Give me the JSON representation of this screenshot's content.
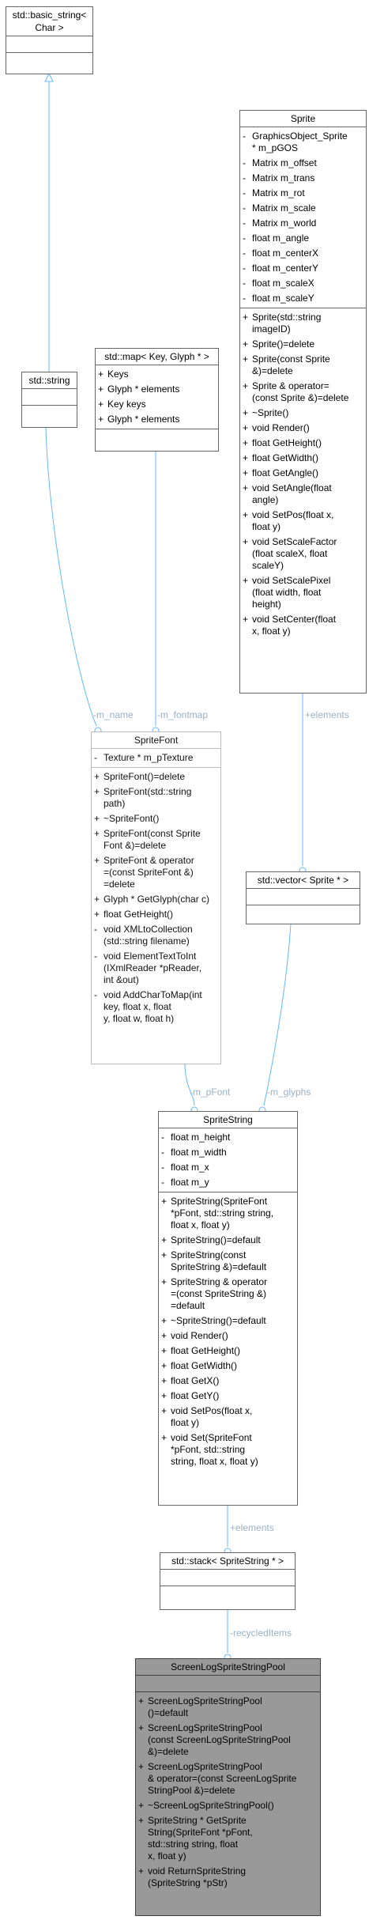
{
  "classes": {
    "basic_string": {
      "title": "std::basic_string<\nChar >",
      "attributes": [],
      "methods": []
    },
    "string": {
      "title": "std::string",
      "attributes": [],
      "methods": []
    },
    "map": {
      "title": "std::map< Key, Glyph * >",
      "attributes": [
        {
          "vis": "+",
          "text": "Keys"
        },
        {
          "vis": "+",
          "text": "Glyph * elements"
        },
        {
          "vis": "+",
          "text": "Key keys"
        },
        {
          "vis": "+",
          "text": "Glyph * elements"
        }
      ],
      "methods": []
    },
    "sprite": {
      "title": "Sprite",
      "attributes": [
        {
          "vis": "-",
          "text": "GraphicsObject_Sprite\n* m_pGOS"
        },
        {
          "vis": "-",
          "text": "Matrix m_offset"
        },
        {
          "vis": "-",
          "text": "Matrix m_trans"
        },
        {
          "vis": "-",
          "text": "Matrix m_rot"
        },
        {
          "vis": "-",
          "text": "Matrix m_scale"
        },
        {
          "vis": "-",
          "text": "Matrix m_world"
        },
        {
          "vis": "-",
          "text": "float m_angle"
        },
        {
          "vis": "-",
          "text": "float m_centerX"
        },
        {
          "vis": "-",
          "text": "float m_centerY"
        },
        {
          "vis": "-",
          "text": "float m_scaleX"
        },
        {
          "vis": "-",
          "text": "float m_scaleY"
        }
      ],
      "methods": [
        {
          "vis": "+",
          "text": "Sprite(std::string\nimageID)"
        },
        {
          "vis": "+",
          "text": "Sprite()=delete"
        },
        {
          "vis": "+",
          "text": "Sprite(const Sprite\n&)=delete"
        },
        {
          "vis": "+",
          "text": "Sprite & operator=\n(const Sprite &)=delete"
        },
        {
          "vis": "+",
          "text": "~Sprite()"
        },
        {
          "vis": "+",
          "text": "void Render()"
        },
        {
          "vis": "+",
          "text": "float GetHeight()"
        },
        {
          "vis": "+",
          "text": "float GetWidth()"
        },
        {
          "vis": "+",
          "text": "float GetAngle()"
        },
        {
          "vis": "+",
          "text": "void SetAngle(float\nangle)"
        },
        {
          "vis": "+",
          "text": "void SetPos(float x,\nfloat y)"
        },
        {
          "vis": "+",
          "text": "void SetScaleFactor\n(float scaleX, float\nscaleY)"
        },
        {
          "vis": "+",
          "text": "void SetScalePixel\n(float width, float\nheight)"
        },
        {
          "vis": "+",
          "text": "void SetCenter(float\nx, float y)"
        }
      ]
    },
    "spritefont": {
      "title": "SpriteFont",
      "attributes": [
        {
          "vis": "-",
          "text": "Texture * m_pTexture"
        }
      ],
      "methods": [
        {
          "vis": "+",
          "text": "SpriteFont()=delete"
        },
        {
          "vis": "+",
          "text": "SpriteFont(std::string\npath)"
        },
        {
          "vis": "+",
          "text": "~SpriteFont()"
        },
        {
          "vis": "+",
          "text": "SpriteFont(const Sprite\nFont &)=delete"
        },
        {
          "vis": "+",
          "text": "SpriteFont & operator\n=(const SpriteFont &)\n=delete"
        },
        {
          "vis": "+",
          "text": "Glyph * GetGlyph(char c)"
        },
        {
          "vis": "+",
          "text": "float GetHeight()"
        },
        {
          "vis": "-",
          "text": "void XMLtoCollection\n(std::string filename)"
        },
        {
          "vis": "-",
          "text": "void ElementTextToInt\n(IXmlReader *pReader,\nint &out)"
        },
        {
          "vis": "-",
          "text": "void AddCharToMap(int\nkey, float x, float\ny, float w, float h)"
        }
      ]
    },
    "vector": {
      "title": "std::vector< Sprite * >",
      "attributes": [],
      "methods": []
    },
    "spritestring": {
      "title": "SpriteString",
      "attributes": [
        {
          "vis": "-",
          "text": "float m_height"
        },
        {
          "vis": "-",
          "text": "float m_width"
        },
        {
          "vis": "-",
          "text": "float m_x"
        },
        {
          "vis": "-",
          "text": "float m_y"
        }
      ],
      "methods": [
        {
          "vis": "+",
          "text": "SpriteString(SpriteFont\n*pFont, std::string string,\nfloat x, float y)"
        },
        {
          "vis": "+",
          "text": "SpriteString()=default"
        },
        {
          "vis": "+",
          "text": "SpriteString(const\nSpriteString &)=default"
        },
        {
          "vis": "+",
          "text": "SpriteString & operator\n=(const SpriteString &)\n=default"
        },
        {
          "vis": "+",
          "text": "~SpriteString()=default"
        },
        {
          "vis": "+",
          "text": "void Render()"
        },
        {
          "vis": "+",
          "text": "float GetHeight()"
        },
        {
          "vis": "+",
          "text": "float GetWidth()"
        },
        {
          "vis": "+",
          "text": "float GetX()"
        },
        {
          "vis": "+",
          "text": "float GetY()"
        },
        {
          "vis": "+",
          "text": "void SetPos(float x,\nfloat y)"
        },
        {
          "vis": "+",
          "text": "void Set(SpriteFont\n*pFont, std::string\nstring, float x, float y)"
        }
      ]
    },
    "stack": {
      "title": "std::stack< SpriteString * >",
      "attributes": [],
      "methods": []
    },
    "pool": {
      "title": "ScreenLogSpriteStringPool",
      "attributes": [],
      "methods": [
        {
          "vis": "+",
          "text": "ScreenLogSpriteStringPool\n()=default"
        },
        {
          "vis": "+",
          "text": "ScreenLogSpriteStringPool\n(const ScreenLogSpriteStringPool\n&)=delete"
        },
        {
          "vis": "+",
          "text": "ScreenLogSpriteStringPool\n& operator=(const ScreenLogSprite\nStringPool &)=delete"
        },
        {
          "vis": "+",
          "text": "~ScreenLogSpriteStringPool()"
        },
        {
          "vis": "+",
          "text": "SpriteString * GetSprite\nString(SpriteFont *pFont,\nstd::string string, float\nx, float y)"
        },
        {
          "vis": "+",
          "text": "void ReturnSpriteString\n(SpriteString *pStr)"
        }
      ]
    }
  },
  "edge_labels": {
    "m_name": "-m_name",
    "m_fontmap": "-m_fontmap",
    "elements": "+elements",
    "m_pFont": "-m_pFont",
    "m_glyphs": "-m_glyphs",
    "elements2": "+elements",
    "recycledItems": "-recycledItems"
  },
  "colors": {
    "edge": "#63b8ff",
    "focus_fill": "#999999"
  }
}
